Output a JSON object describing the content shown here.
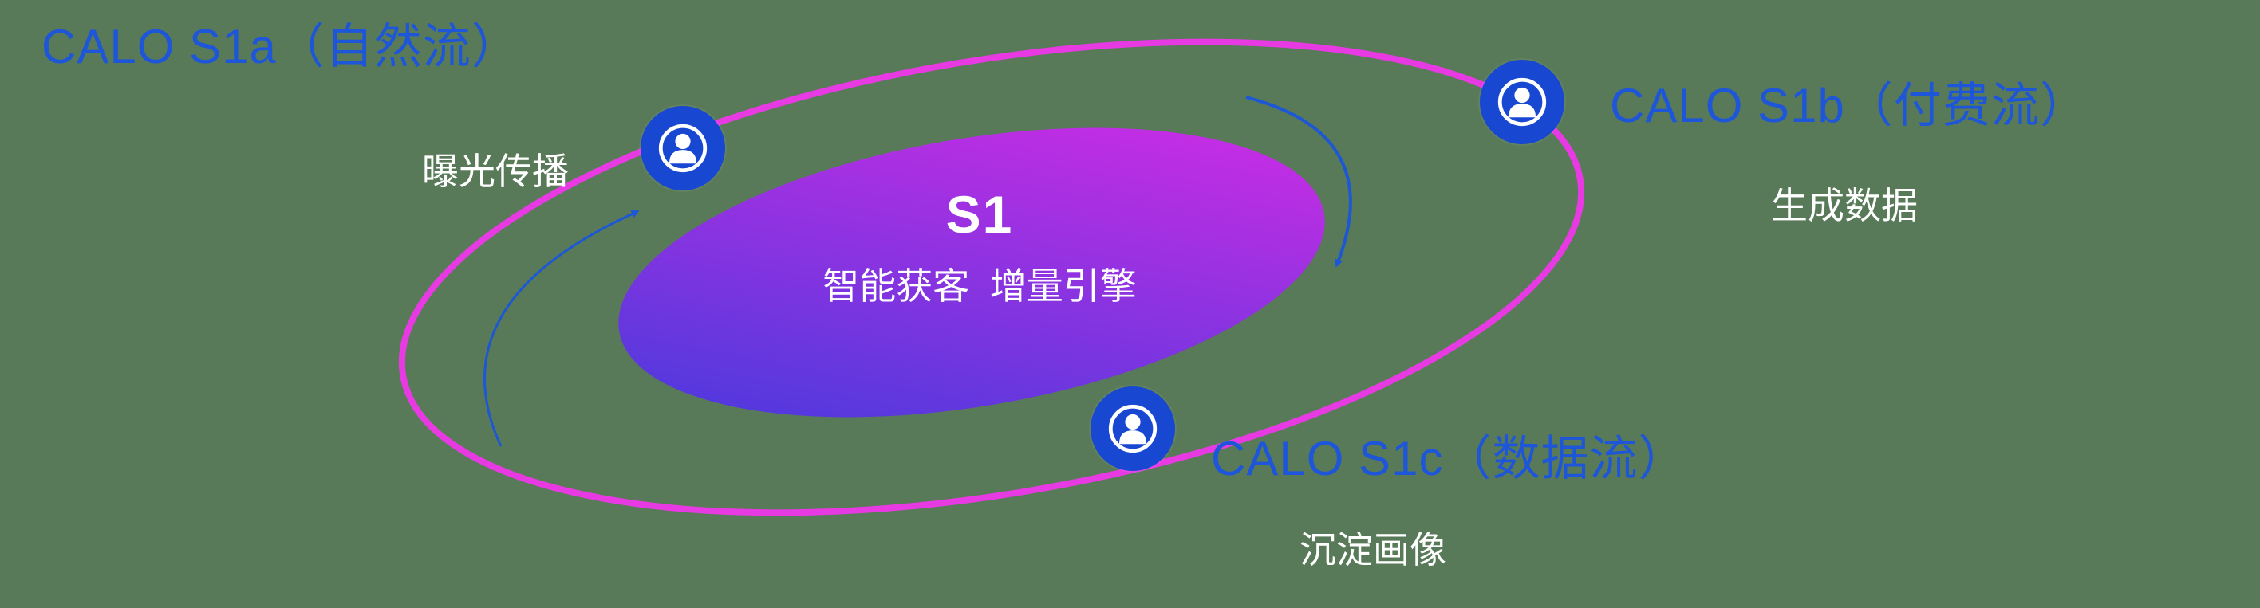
{
  "colors": {
    "background": "#587a58",
    "accent_blue": "#1e56d9",
    "node_blue": "#1847d2",
    "arrow_blue": "#1c57d6",
    "orbit_pink": "#e83ae3",
    "center_gradient_start": "#3e3bdc",
    "center_gradient_end": "#d92be5"
  },
  "center": {
    "title": "S1",
    "subtitle": "智能获客  增量引擎"
  },
  "nodes": [
    {
      "id": "s1a",
      "label": "CALO S1a（自然流）",
      "sublabel": "曝光传播",
      "icon": "person-icon"
    },
    {
      "id": "s1b",
      "label": "CALO S1b（付费流）",
      "sublabel": "生成数据",
      "icon": "person-icon"
    },
    {
      "id": "s1c",
      "label": "CALO S1c（数据流）",
      "sublabel": "沉淀画像",
      "icon": "person-icon"
    }
  ]
}
